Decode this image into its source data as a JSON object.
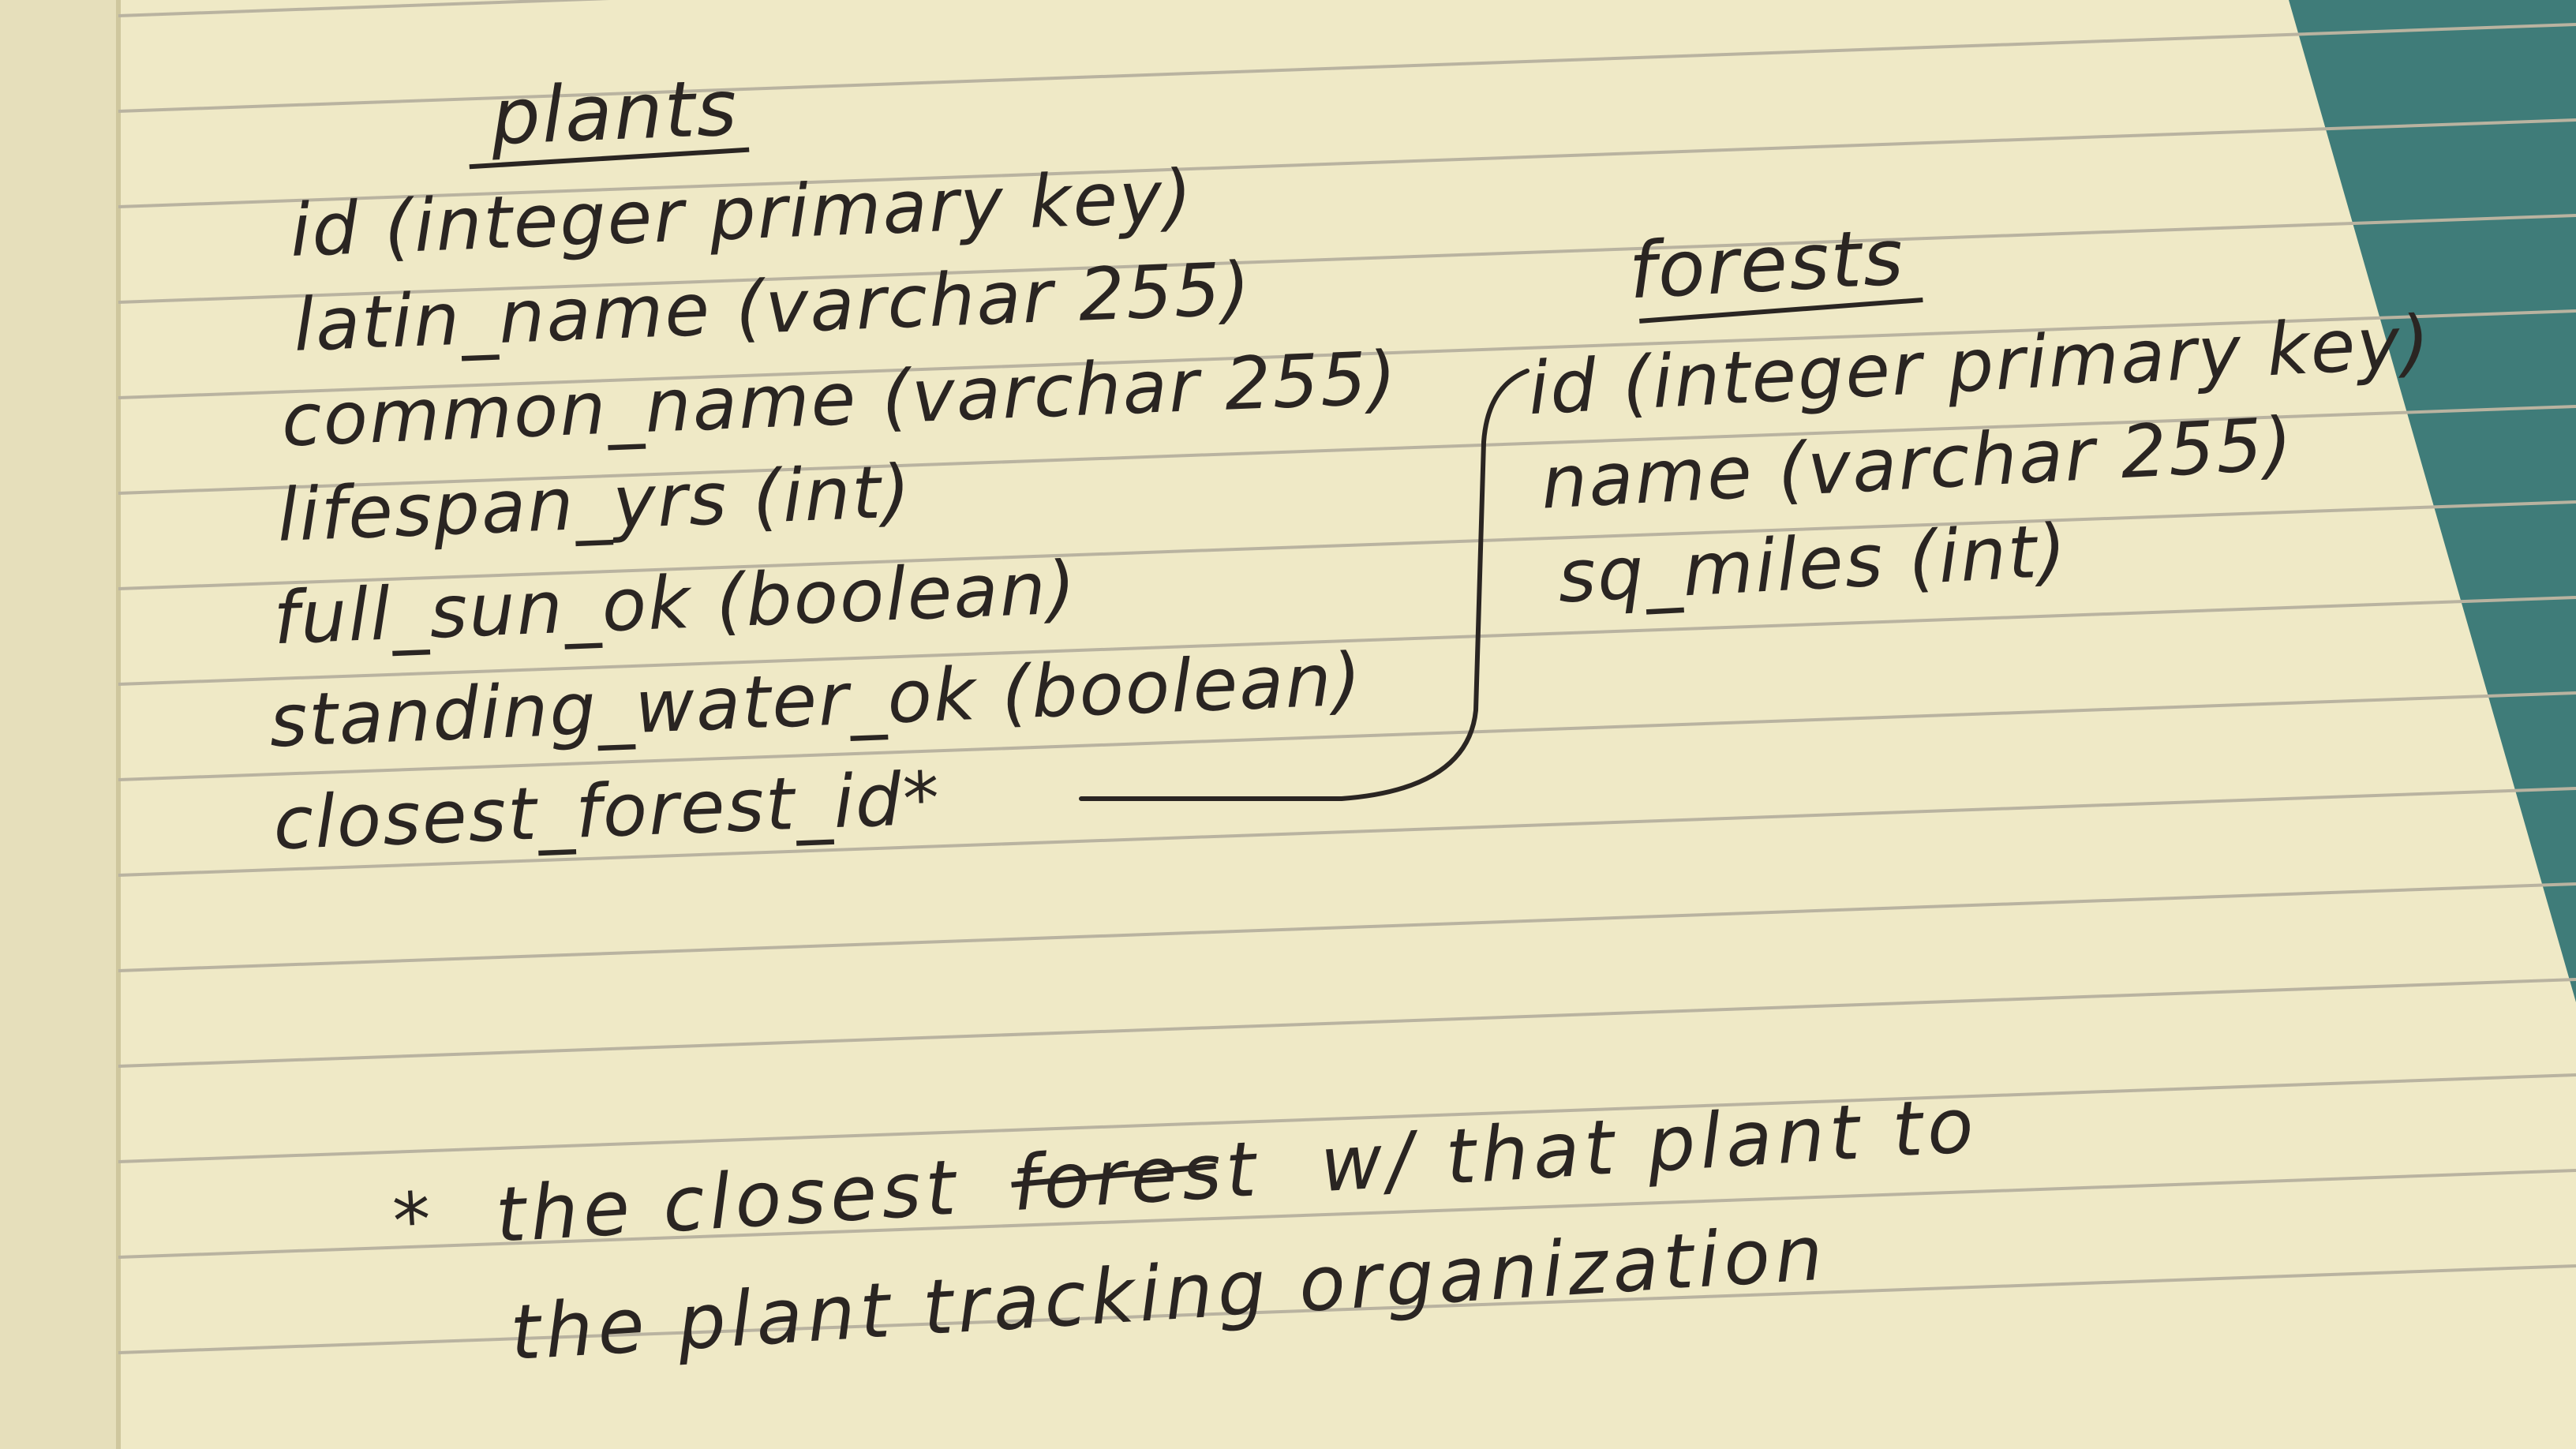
{
  "tables": {
    "plants": {
      "title": "plants",
      "columns": [
        "id (integer primary key)",
        "latin_name (varchar 255)",
        "common_name (varchar 255)",
        "lifespan_yrs (int)",
        "full_sun_ok (boolean)",
        "standing_water_ok (boolean)",
        "closest_forest_id*"
      ]
    },
    "forests": {
      "title": "forests",
      "columns": [
        "id (integer primary key)",
        "name (varchar 255)",
        "sq_miles (int)"
      ]
    }
  },
  "footnote": {
    "marker": "*",
    "line1_before": "the closest",
    "struck_word": "forest",
    "line1_after": "w/ that plant to",
    "line2": "the plant tracking organization"
  },
  "colors": {
    "ink": "#2a2522",
    "paper": "#efe9c6",
    "paper_edge": "#e3dcb4",
    "rule_line": "#b9b3a0",
    "background": "#3f7c79"
  }
}
